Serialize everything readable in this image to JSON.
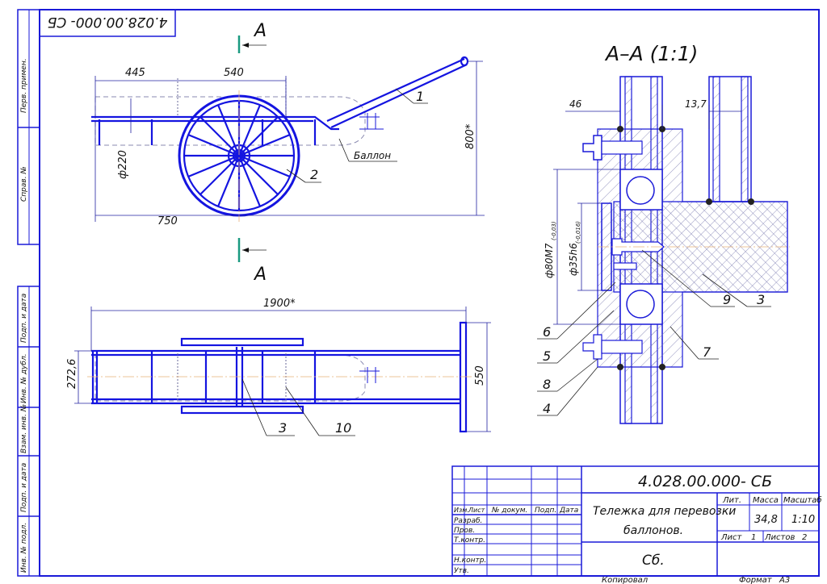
{
  "drawing": {
    "designation": "4.028.00.000- СБ",
    "stamp_designation_mirrored": "4.028.00.000- СБ",
    "title_line1": "Тележка для перевозки",
    "title_line2": "баллонов.",
    "doc_type": "Сб.",
    "mass": "34,8",
    "scale": "1:10",
    "sheet_label": "Лист",
    "sheet_no": "1",
    "sheets_label": "Листов",
    "sheets_total": "2",
    "copied": "Копировал",
    "format_label": "Формат",
    "format": "А3"
  },
  "titleblock_headers": {
    "lit": "Лит.",
    "mass": "Масса",
    "scale": "Масштаб",
    "izm": "Изм.",
    "list": "Лист",
    "docnum": "№ докум.",
    "sign": "Подп.",
    "date": "Дата",
    "razrab": "Разраб.",
    "prov": "Пров.",
    "tkontr": "Т.контр.",
    "nkontr": "Н.контр.",
    "utv": "Утв."
  },
  "side_strip": {
    "perv_primen": "Перв. примен.",
    "sprav_no": "Справ. №",
    "podp_data1": "Подп. и дата",
    "inv_dubl": "Инв. № дубл.",
    "vzam_inv": "Взам. инв. №",
    "podp_data2": "Подп. и дата",
    "inv_podl": "Инв. № подл."
  },
  "section": {
    "title": "А–А (1:1)",
    "cut_letter_top": "А",
    "cut_letter_bottom": "А"
  },
  "dimensions": {
    "d445": "445",
    "d540": "540",
    "d750": "750",
    "d800": "800*",
    "d220": "ф220",
    "d1900": "1900*",
    "d272": "272,6",
    "d550": "550",
    "d46": "46",
    "d137": "13,7",
    "d80": "ф80М7",
    "d80tol": "(-0,03)",
    "d35": "ф35h6",
    "d35tol": "(-0,016)"
  },
  "labels": {
    "balloon": "Баллон",
    "p1": "1",
    "p2": "2",
    "p3a": "3",
    "p10": "10",
    "p3b": "3",
    "p4": "4",
    "p5": "5",
    "p6": "6",
    "p7": "7",
    "p8": "8",
    "p9": "9"
  },
  "colors": {
    "frame": "#1a1ad8",
    "part": "#1414e0",
    "centerline": "#e9b27a",
    "cutmark": "#1a9a80"
  }
}
